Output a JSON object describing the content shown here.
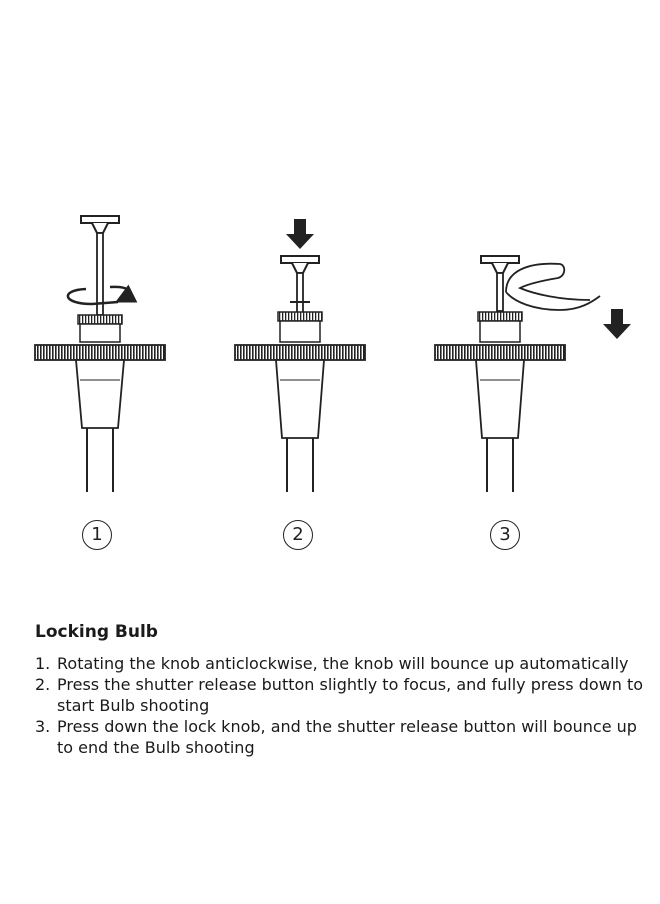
{
  "diagram": {
    "step_numbers": [
      "1",
      "2",
      "3"
    ]
  },
  "instructions": {
    "title": "Locking Bulb",
    "steps": [
      {
        "number": "1.",
        "text": "Rotating the knob anticlockwise, the knob will bounce up automatically"
      },
      {
        "number": "2.",
        "text": "Press the shutter release button slightly to focus, and fully press down to start Bulb shooting"
      },
      {
        "number": "3.",
        "text": "Press down the lock knob, and the shutter release button will bounce up to end the Bulb shooting"
      }
    ]
  }
}
